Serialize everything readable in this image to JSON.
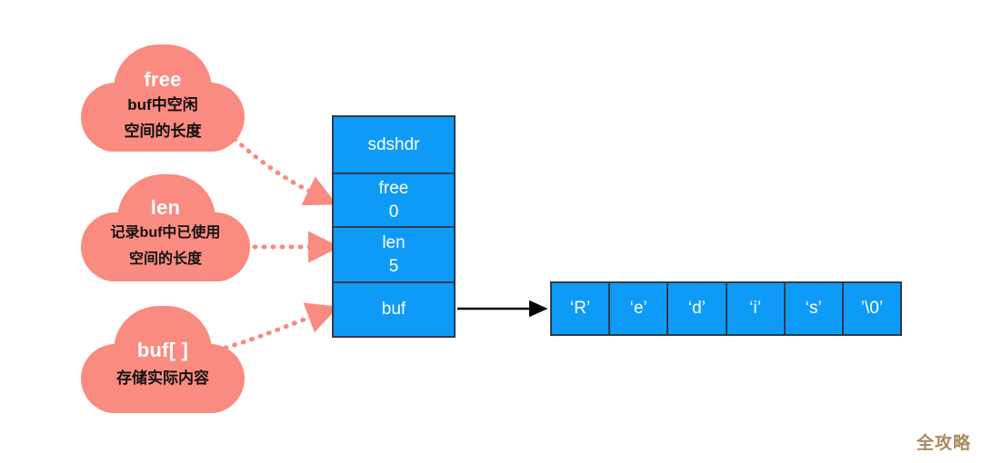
{
  "diagram": {
    "title": "Redis SDS structure diagram",
    "colors": {
      "cloud": "#fa8b80",
      "box_fill": "#0e9bf7",
      "box_stroke": "#2e3b4e",
      "dotted_arrow": "#fa8b80",
      "solid_arrow": "#000000",
      "watermark": "#a98a62"
    }
  },
  "clouds": [
    {
      "id": "free",
      "title": "free",
      "line1": "buf中空闲",
      "line2": "空间的长度"
    },
    {
      "id": "len",
      "title": "len",
      "line1": "记录buf中已使用",
      "line2": "空间的长度"
    },
    {
      "id": "buf",
      "title": "buf[ ]",
      "line1": "存储实际内容",
      "line2": ""
    }
  ],
  "struct": {
    "header": "sdshdr",
    "fields": [
      {
        "label": "free",
        "value": "0"
      },
      {
        "label": "len",
        "value": "5"
      }
    ],
    "pointer_field": "buf"
  },
  "char_array": {
    "cells": [
      "‘R’",
      "‘e’",
      "‘d’",
      "‘i’",
      "‘s’",
      "’\\0’"
    ]
  },
  "watermark": {
    "text": "全攻略"
  }
}
